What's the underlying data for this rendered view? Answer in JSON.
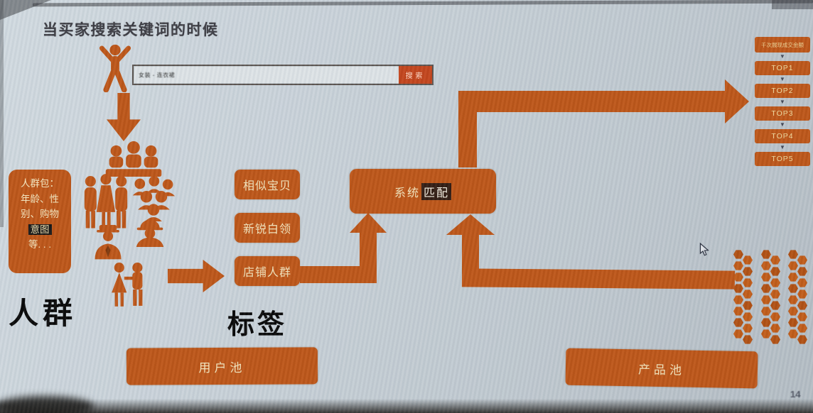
{
  "slide": {
    "title": "当买家搜索关键词的时候",
    "page_number": "14"
  },
  "search_bar": {
    "query": "女装 - 连衣裙",
    "button_label": "搜索"
  },
  "audience_package_box": {
    "lines": [
      {
        "text": "人群包：",
        "highlight": false
      },
      {
        "text": "年龄、性",
        "highlight": false
      },
      {
        "text": "别、购物",
        "highlight": false
      },
      {
        "text": "意图",
        "highlight": true
      },
      {
        "text": "等. . .",
        "highlight": false
      }
    ]
  },
  "handwritten_notes": {
    "left": "人群",
    "middle": "标签"
  },
  "tag_boxes": [
    "相似宝贝",
    "新锐白领",
    "店铺人群"
  ],
  "system_match_box": {
    "prefix": "系统",
    "highlight": "匹配"
  },
  "ranking": {
    "header": "千次展现成交金额",
    "items": [
      "TOP1",
      "TOP2",
      "TOP3",
      "TOP4",
      "TOP5"
    ],
    "step_arrow_icon": "▼"
  },
  "pools": {
    "user_pool": "用户池",
    "product_pool": "产品池"
  },
  "product_cluster": {
    "columns": 3,
    "hexes_per_column": 16
  },
  "colors": {
    "accent_orange": "#bc5415",
    "box_text_cream": "#f1e2ba",
    "note_black": "#060606",
    "background": "#c6cfd6"
  }
}
